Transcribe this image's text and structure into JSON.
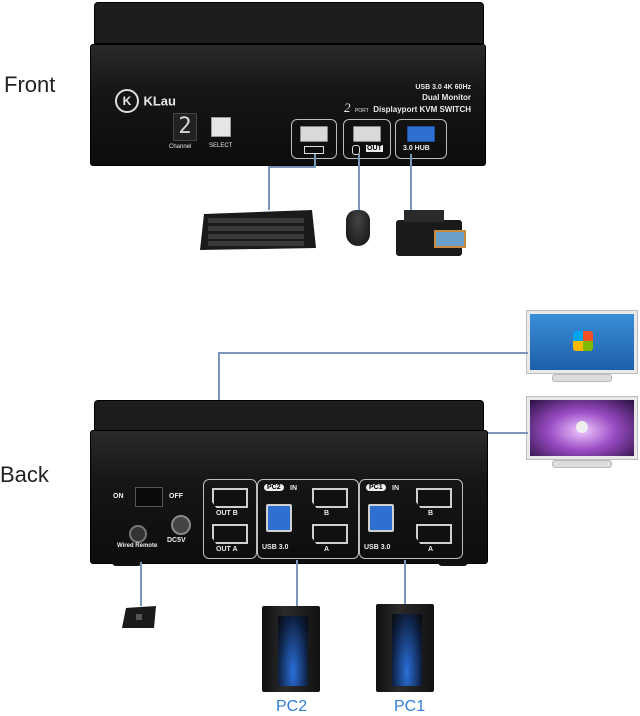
{
  "labels": {
    "front": "Front",
    "back": "Back"
  },
  "front_panel": {
    "brand": "KLau",
    "product_line1": "USB 3.0 4K 60Hz",
    "product_line2": "Dual Monitor",
    "product_line3": "Displayport KVM SWITCH",
    "port_count": "2",
    "port_count_sub": "PORT",
    "channel_digit": "2",
    "channel_label": "Channel",
    "select_label": "SELECT",
    "port_out_label": "OUT",
    "port_hub_label": "3.0 HUB"
  },
  "back_panel": {
    "on_label": "ON",
    "off_label": "OFF",
    "wired_remote_label": "Wired Remote",
    "dc_label": "DC5V",
    "out_b_label": "OUT B",
    "out_a_label": "OUT A",
    "pc2_tag": "PC2",
    "pc1_tag": "PC1",
    "in_label": "IN",
    "b_label": "B",
    "a_label": "A",
    "usb_label": "USB 3.0"
  },
  "devices": {
    "pc2": "PC2",
    "pc1": "PC1"
  },
  "icons": [
    "keyboard-icon",
    "mouse-icon",
    "printer-icon",
    "monitor-windows-icon",
    "monitor-apple-icon",
    "remote-icon",
    "pc-tower-icon"
  ],
  "colors": {
    "device_body": "#151515",
    "connector_line": "#7a96b8",
    "pc_label": "#2f7fd8",
    "usb3_blue": "#2f6fd1"
  }
}
